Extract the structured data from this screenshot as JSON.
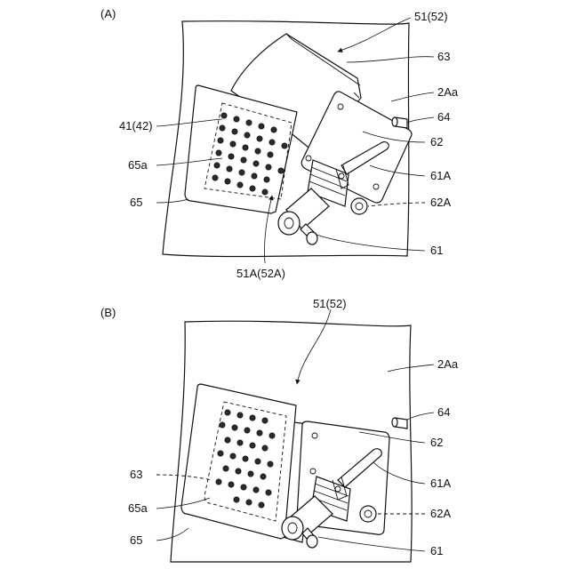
{
  "panel_a": {
    "tag": "(A)",
    "labels": {
      "l51_52": "51(52)",
      "l63": "63",
      "l2Aa": "2Aa",
      "l64": "64",
      "l41_42": "41(42)",
      "l62": "62",
      "l65a": "65a",
      "l61A": "61A",
      "l65": "65",
      "l62A": "62A",
      "l61": "61",
      "l51A_52A": "51A(52A)"
    }
  },
  "panel_b": {
    "tag": "(B)",
    "labels": {
      "l51_52": "51(52)",
      "l2Aa": "2Aa",
      "l64": "64",
      "l62": "62",
      "l63": "63",
      "l61A": "61A",
      "l65a": "65a",
      "l62A": "62A",
      "l65": "65",
      "l61": "61"
    }
  }
}
